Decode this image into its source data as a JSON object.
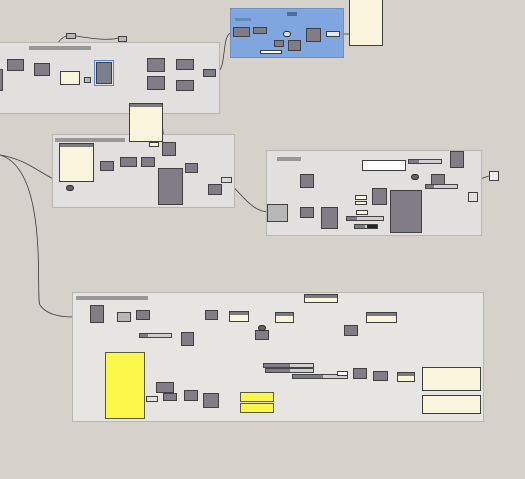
{
  "canvas": {
    "background": "#d6d2cb",
    "group_fill": "#e2e0de",
    "selected_group_fill": "#7fa6df",
    "component_fill": "#807d86",
    "panel_fill": "#f8f5dc",
    "highlight_panel_fill": "#fbf64a",
    "wire_color": "#3b3b3b"
  },
  "groups": [
    {
      "id": "group-top-left",
      "selected": false
    },
    {
      "id": "group-top-blue",
      "selected": true
    },
    {
      "id": "group-middle-left",
      "selected": false
    },
    {
      "id": "group-middle-right",
      "selected": false
    },
    {
      "id": "group-bottom",
      "selected": false
    }
  ]
}
